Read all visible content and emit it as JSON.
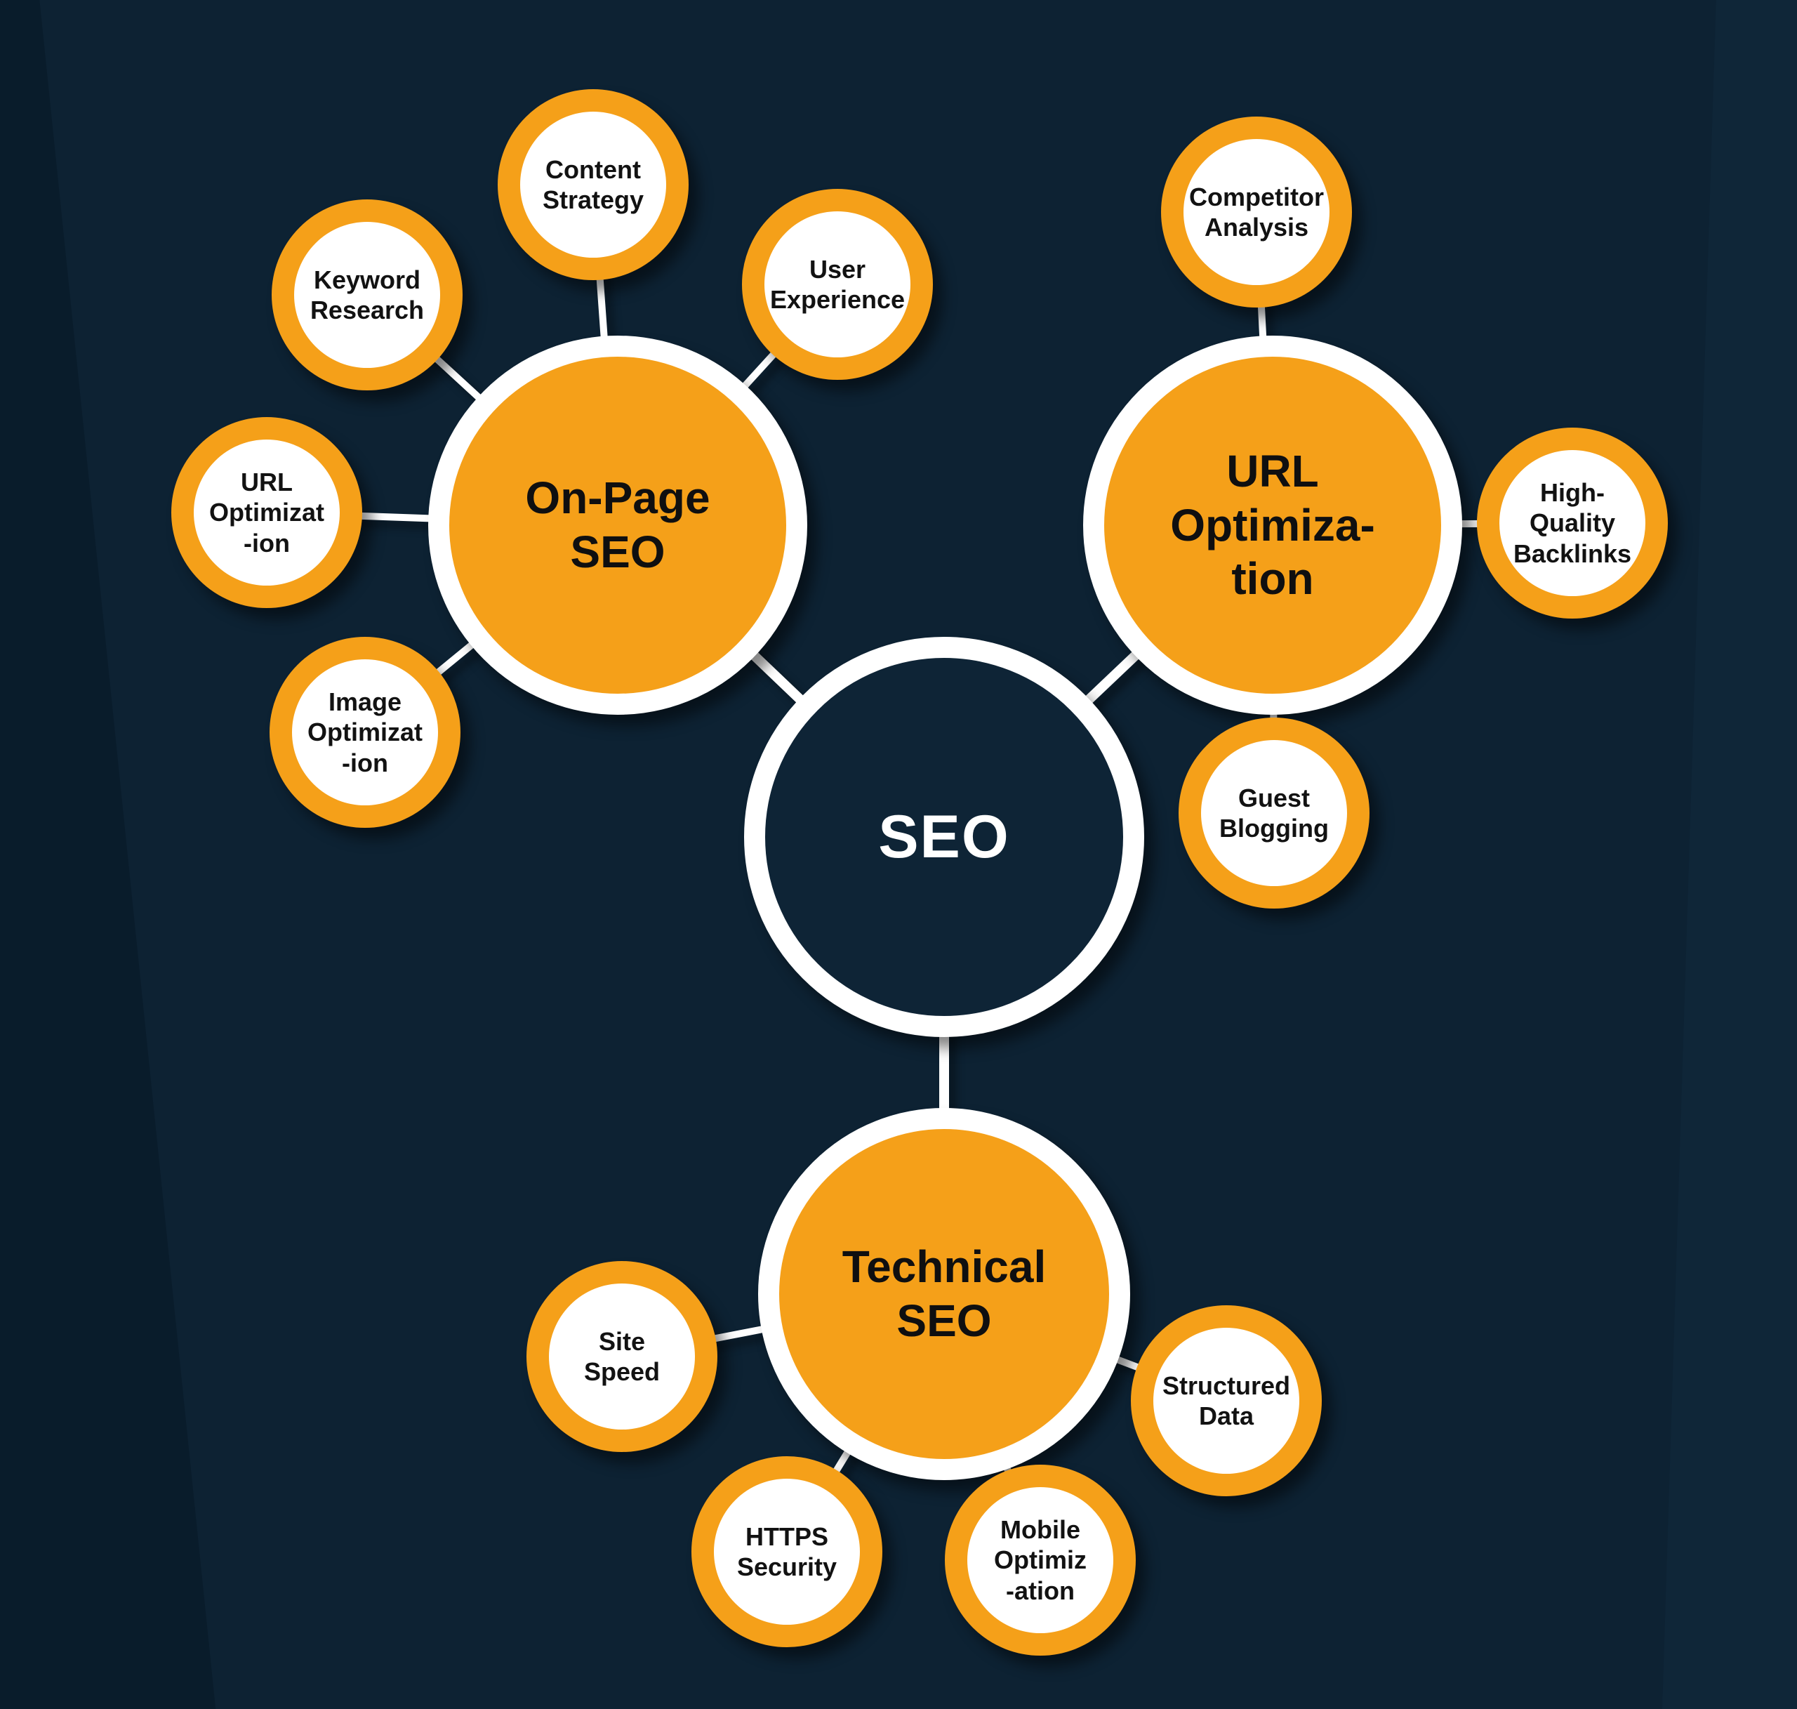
{
  "diagram": {
    "type": "mindmap",
    "colors": {
      "background": "#0d2233",
      "accent_orange": "#f5a019",
      "node_white": "#ffffff",
      "center_fill": "#0e2436",
      "text_dark": "#0f0f10",
      "text_light": "#ffffff"
    },
    "center": {
      "label": "SEO"
    },
    "branches": [
      {
        "key": "on_page_seo",
        "children": [
          "keyword_research",
          "content_strategy",
          "user_experience",
          "url_optimization_sub",
          "image_optimization"
        ]
      },
      {
        "key": "url_optimization",
        "children": [
          "competitor_analysis",
          "high_quality_backlinks",
          "guest_blogging"
        ]
      },
      {
        "key": "technical_seo",
        "children": [
          "site_speed",
          "https_security",
          "mobile_optimization",
          "structured_data"
        ]
      }
    ],
    "nodes": {
      "on_page_seo": {
        "label": "On-Page\nSEO"
      },
      "url_optimization": {
        "label": "URL\nOptimiza-\ntion"
      },
      "technical_seo": {
        "label": "Technical\nSEO"
      },
      "keyword_research": {
        "label": "Keyword\nResearch"
      },
      "content_strategy": {
        "label": "Content\nStrategy"
      },
      "user_experience": {
        "label": "User\nExperience"
      },
      "url_optimization_sub": {
        "label": "URL\nOptimizat\n-ion"
      },
      "image_optimization": {
        "label": "Image\nOptimizat\n-ion"
      },
      "competitor_analysis": {
        "label": "Competitor\nAnalysis"
      },
      "high_quality_backlinks": {
        "label": "High-\nQuality\nBacklinks"
      },
      "guest_blogging": {
        "label": "Guest\nBlogging"
      },
      "site_speed": {
        "label": "Site\nSpeed"
      },
      "https_security": {
        "label": "HTTPS\nSecurity"
      },
      "mobile_optimization": {
        "label": "Mobile\nOptimiz\n-ation"
      },
      "structured_data": {
        "label": "Structured\nData"
      }
    }
  }
}
